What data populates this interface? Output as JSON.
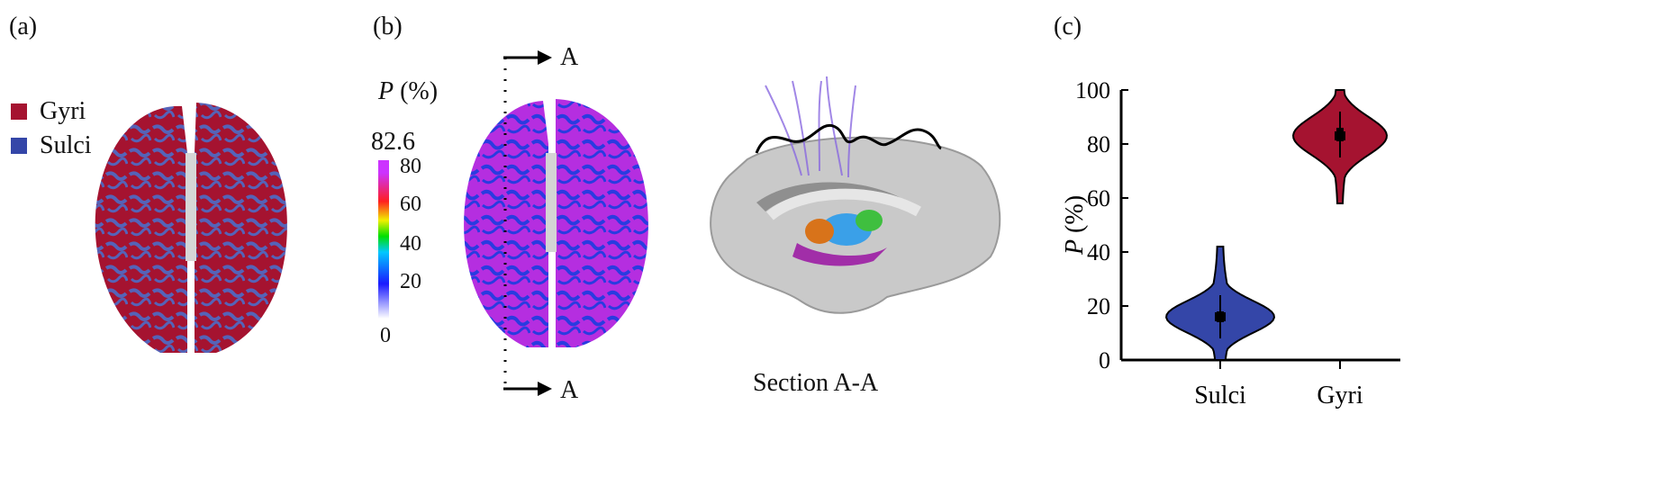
{
  "panels": {
    "a": {
      "tag": "(a)"
    },
    "b": {
      "tag": "(b)"
    },
    "c": {
      "tag": "(c)"
    }
  },
  "legend": {
    "items": [
      {
        "label": "Gyri",
        "color": "#a51330"
      },
      {
        "label": "Sulci",
        "color": "#3446a8"
      }
    ]
  },
  "colorbar": {
    "title": "P (%)",
    "max_label": "82.6",
    "ticks": [
      "80",
      "60",
      "40",
      "20",
      "0"
    ],
    "stops": [
      "#ffffff",
      "#1a1aff",
      "#00c8ff",
      "#00e000",
      "#f0f000",
      "#ff2020",
      "#cc33ff"
    ]
  },
  "section": {
    "marker_top": "A",
    "marker_bottom": "A",
    "caption": "Section A-A"
  },
  "chart_data": {
    "type": "violin",
    "ylabel": "P (%)",
    "ylim": [
      0,
      100
    ],
    "yticks": [
      "100",
      "80",
      "60",
      "40",
      "20",
      "0"
    ],
    "categories": [
      "Sulci",
      "Gyri"
    ],
    "series": [
      {
        "name": "Sulci",
        "median": 16,
        "q1": 14,
        "q3": 18,
        "min": 0,
        "max": 42,
        "color": "#3446a8"
      },
      {
        "name": "Gyri",
        "median": 83,
        "q1": 81,
        "q3": 86,
        "min": 58,
        "max": 100,
        "color": "#a51330"
      }
    ]
  }
}
